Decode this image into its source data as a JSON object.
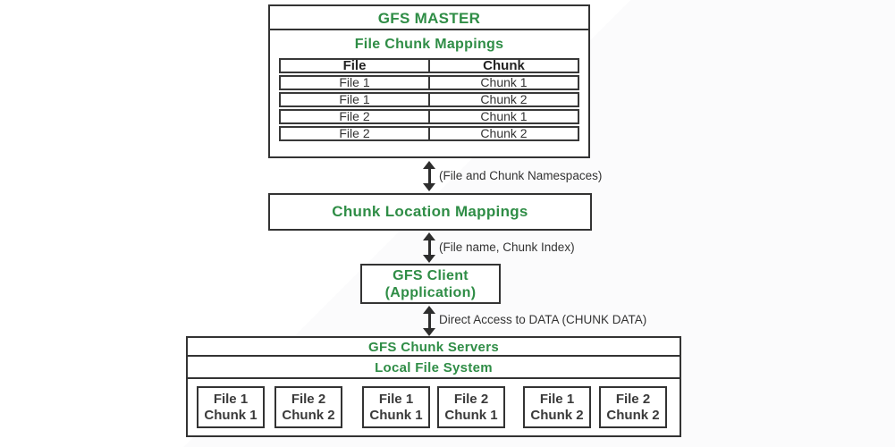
{
  "colors": {
    "accent_green": "#2f8d46",
    "line_dark": "#333333"
  },
  "master": {
    "title": "GFS MASTER",
    "subtitle": "File Chunk Mappings",
    "table": {
      "headers": [
        "File",
        "Chunk"
      ],
      "rows": [
        [
          "File 1",
          "Chunk 1"
        ],
        [
          "File 1",
          "Chunk 2"
        ],
        [
          "File 2",
          "Chunk 1"
        ],
        [
          "File 2",
          "Chunk 2"
        ]
      ]
    }
  },
  "arrows": [
    {
      "label": "(File and Chunk Namespaces)"
    },
    {
      "label": "(File name, Chunk Index)"
    },
    {
      "label": "Direct Access to DATA (CHUNK DATA)"
    }
  ],
  "chunk_location": {
    "title": "Chunk Location Mappings"
  },
  "client": {
    "line1": "GFS Client",
    "line2": "(Application)"
  },
  "chunk_servers": {
    "title": "GFS Chunk Servers",
    "subtitle": "Local File System",
    "boxes": [
      {
        "line1": "File 1",
        "line2": "Chunk 1"
      },
      {
        "line1": "File 2",
        "line2": "Chunk 2"
      },
      {
        "line1": "File 1",
        "line2": "Chunk 1"
      },
      {
        "line1": "File 2",
        "line2": "Chunk 1"
      },
      {
        "line1": "File 1",
        "line2": "Chunk 2"
      },
      {
        "line1": "File 2",
        "line2": "Chunk 2"
      }
    ]
  }
}
